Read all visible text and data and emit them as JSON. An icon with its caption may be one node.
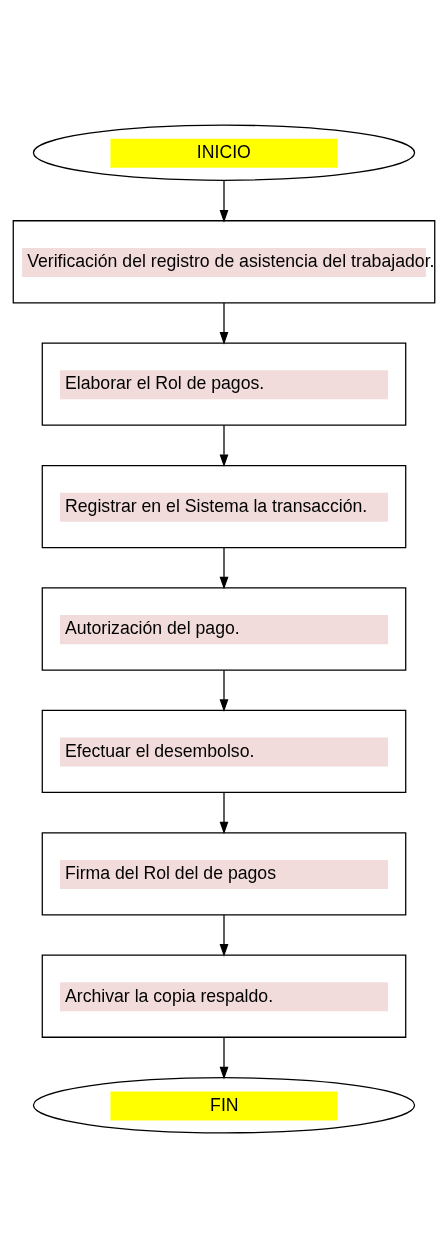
{
  "diagram": {
    "nodes": [
      {
        "text": [
          "INICIO"
        ]
      },
      {
        "text": [
          "Verificación del registro de asistencia del trabajador."
        ]
      },
      {
        "text": [
          "Elaborar el Rol de pagos."
        ]
      },
      {
        "text": [
          "Registrar en el Sistema la transacción."
        ]
      },
      {
        "text": [
          "Autorización del pago."
        ]
      },
      {
        "text": [
          "Efectuar el desembolso."
        ]
      },
      {
        "text": [
          "Firma del Rol del de pagos"
        ]
      },
      {
        "text": [
          "Archivar la copia respaldo."
        ]
      },
      {
        "text": [
          "FIN"
        ]
      }
    ],
    "edges": [
      {
        "from": 0,
        "to": 1,
        "arrow": "to"
      },
      {
        "from": 1,
        "to": 2,
        "arrow": "to"
      },
      {
        "from": 2,
        "to": 3,
        "arrow": "to"
      },
      {
        "from": 3,
        "to": 4,
        "arrow": "to"
      },
      {
        "from": 4,
        "to": 5,
        "arrow": "to"
      },
      {
        "from": 5,
        "to": 6,
        "arrow": "to"
      },
      {
        "from": 6,
        "to": 7,
        "arrow": "to"
      },
      {
        "from": 7,
        "to": 8,
        "arrow": "to"
      }
    ]
  }
}
